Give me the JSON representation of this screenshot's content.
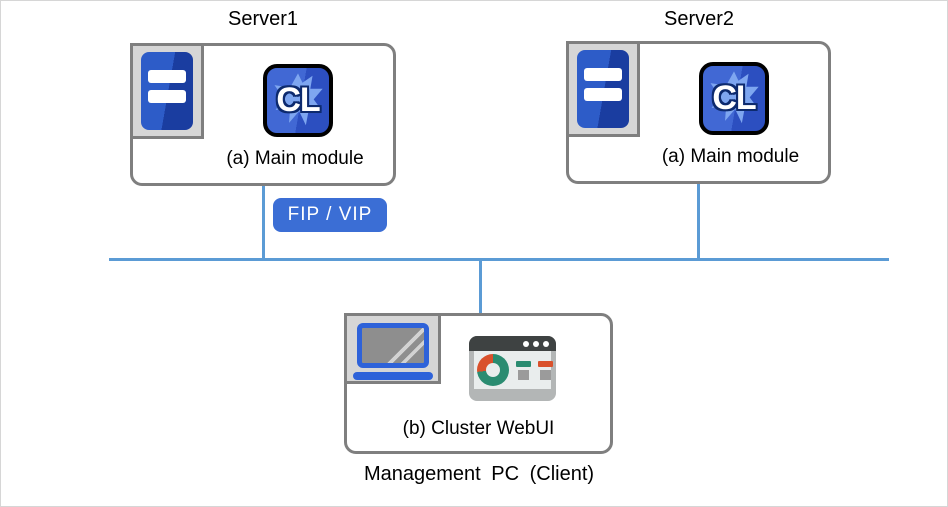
{
  "colors": {
    "network_line": "#5b9bd5",
    "box_border": "#7f7f7f",
    "icon_tile_bg": "#d6d6d6",
    "badge_bg": "#3b6ed5",
    "server_blue": "#2d5cc8",
    "server_blue_dark": "#1a3da0",
    "cl_bg_light": "#4168d4",
    "cl_bg_dark": "#2c4fc0",
    "cl_splash": "#7ea6f0",
    "laptop_blue": "#2e62d9",
    "browser_frame": "#b3b6b6",
    "browser_bar": "#3e4242",
    "browser_content": "#e9eded",
    "donut_teal": "#2a8c71",
    "donut_red": "#d9512c"
  },
  "servers": [
    {
      "title": "Server1",
      "module_label": "(a) Main module"
    },
    {
      "title": "Server2",
      "module_label": "(a) Main module"
    }
  ],
  "badge": {
    "label": "FIP / VIP"
  },
  "cl_icon": {
    "text": "CL"
  },
  "management_pc": {
    "module_label": "(b) Cluster WebUI",
    "caption": "Management PC (Client)"
  }
}
